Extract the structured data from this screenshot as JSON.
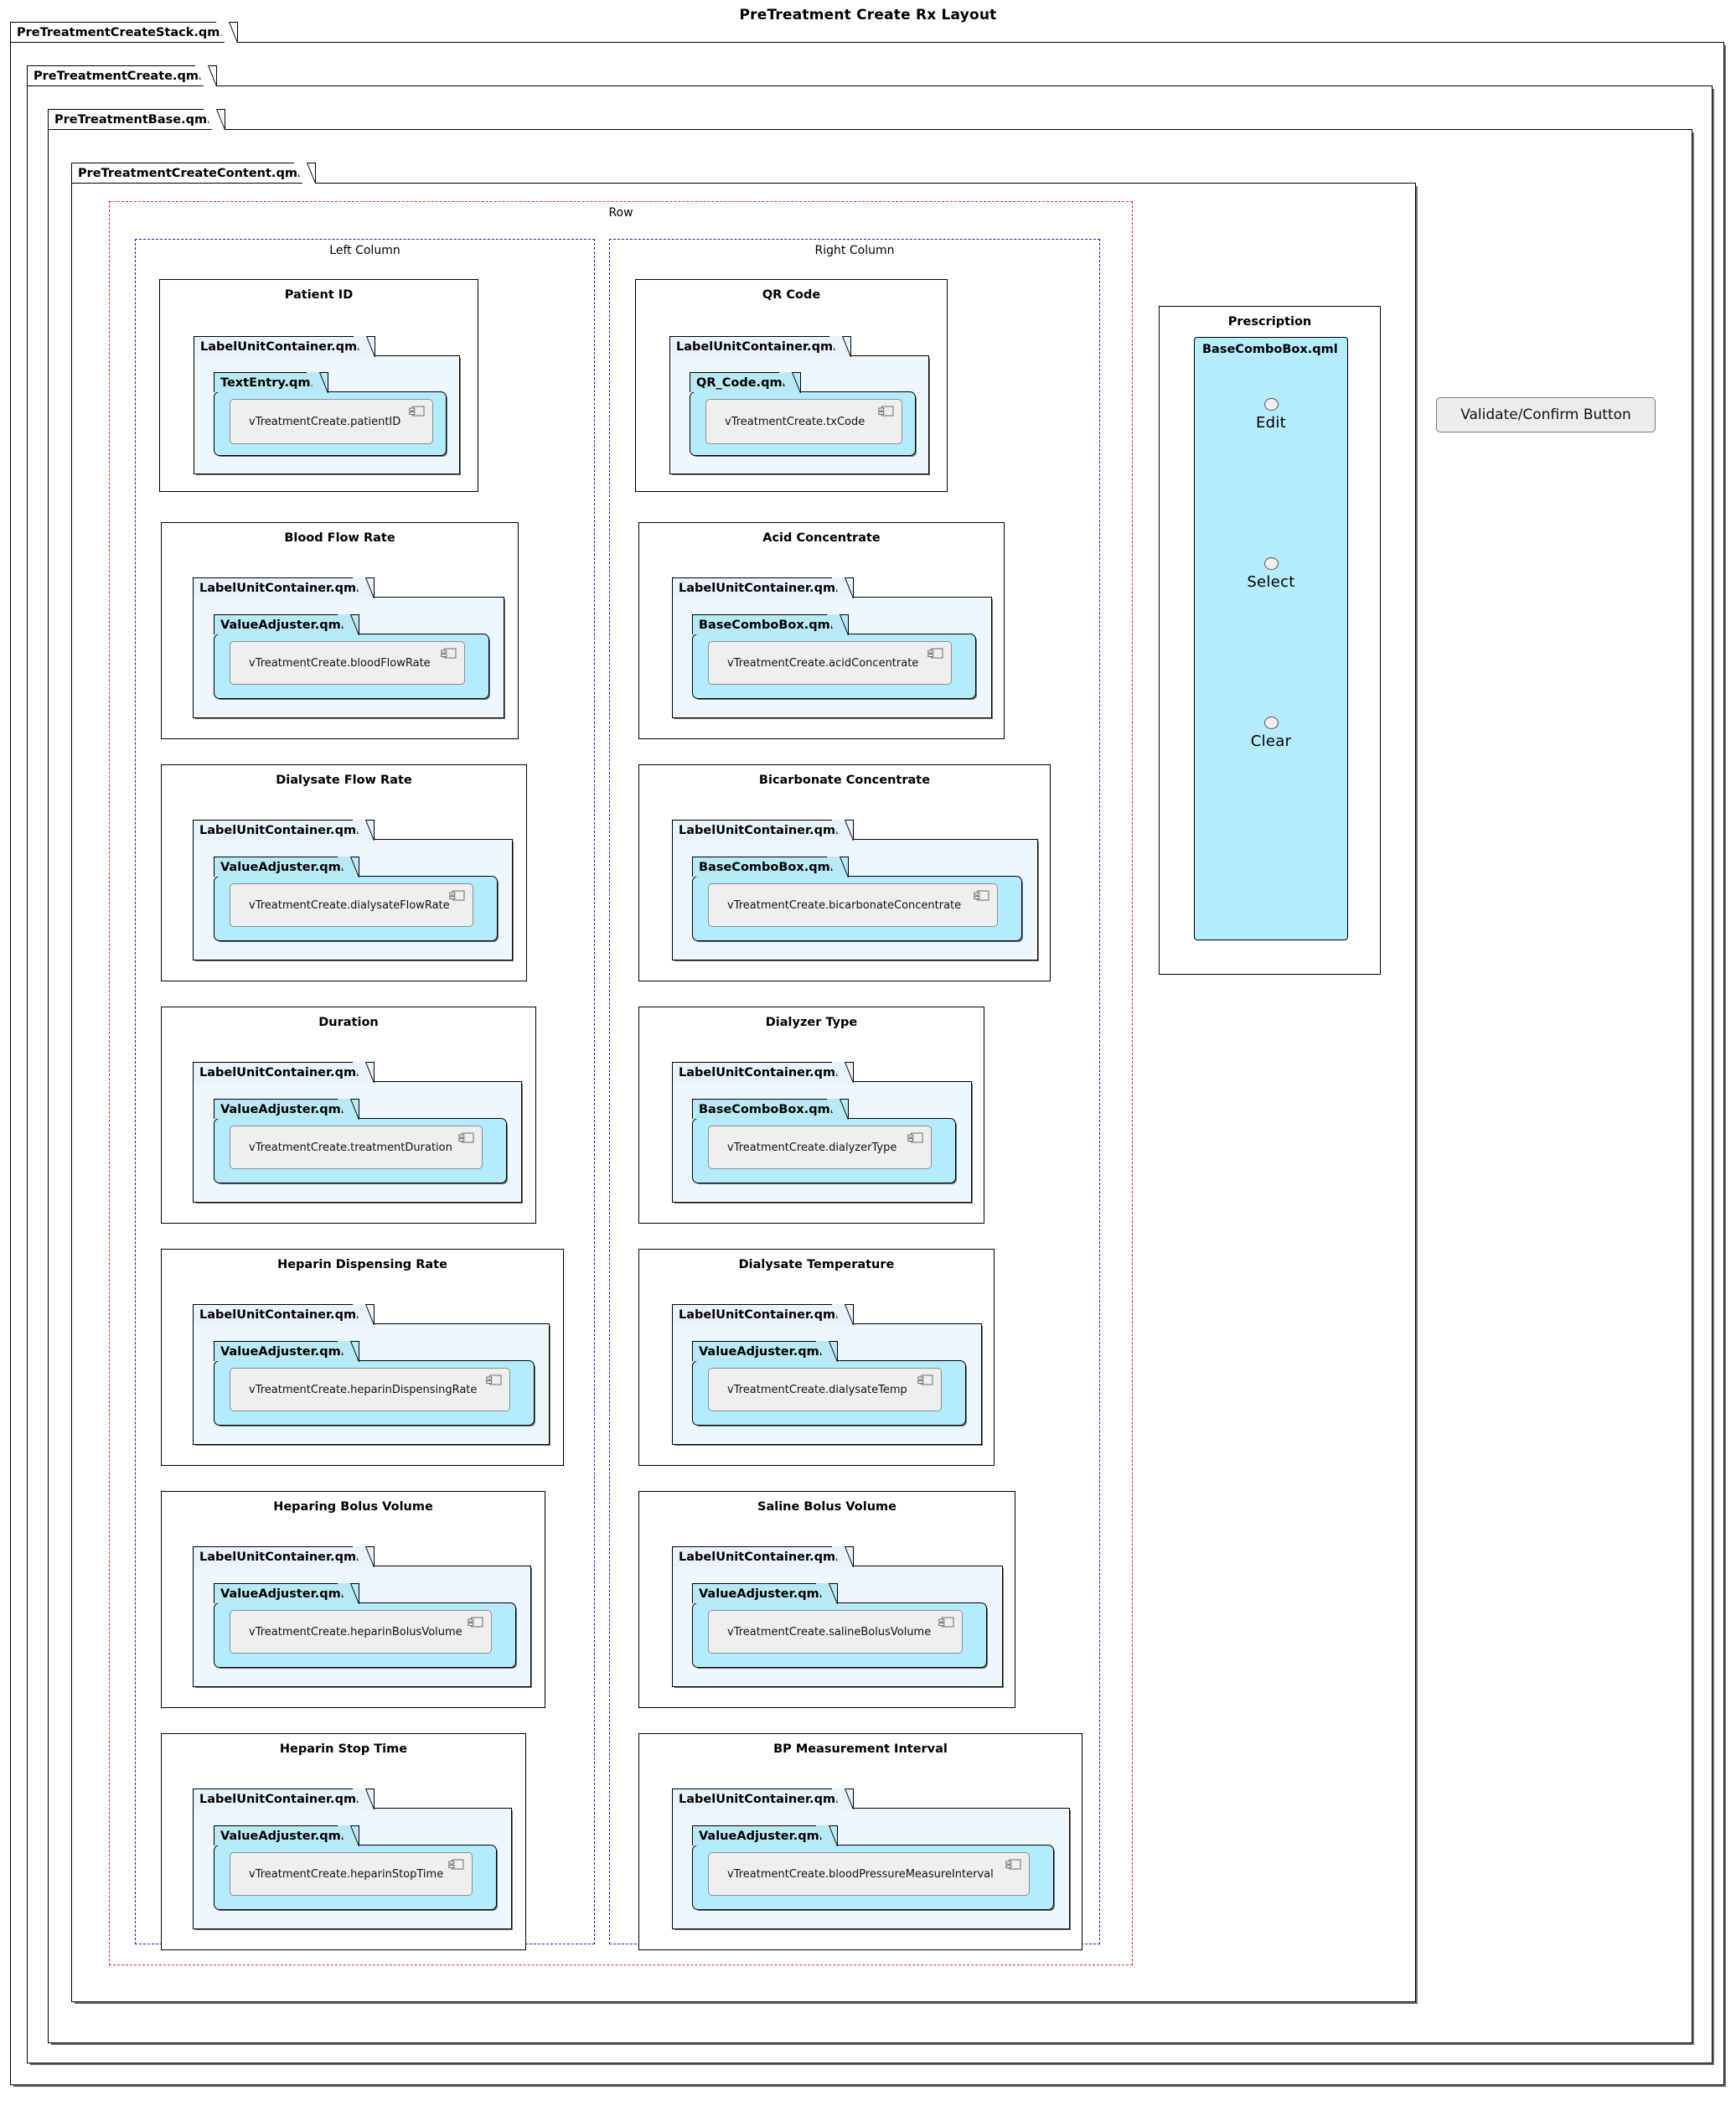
{
  "title": "PreTreatment Create Rx Layout",
  "packages": {
    "stack": "PreTreatmentCreateStack.qml",
    "create": "PreTreatmentCreate.qml",
    "base": "PreTreatmentBase.qml",
    "content": "PreTreatmentCreateContent.qml"
  },
  "frames": {
    "row": "Row",
    "left_column": "Left Column",
    "right_column": "Right Column"
  },
  "components": {
    "label_unit_container": "LabelUnitContainer.qml",
    "text_entry": "TextEntry.qml",
    "value_adjuster": "ValueAdjuster.qml",
    "base_combo_box": "BaseComboBox.qml",
    "qr_code": "QR_Code.qml"
  },
  "left_column_cards": [
    {
      "title": "Patient ID",
      "container": "LabelUnitContainer.qml",
      "control": "TextEntry.qml",
      "binding": "vTreatmentCreate.patientID"
    },
    {
      "title": "Blood Flow Rate",
      "container": "LabelUnitContainer.qml",
      "control": "ValueAdjuster.qml",
      "binding": "vTreatmentCreate.bloodFlowRate"
    },
    {
      "title": "Dialysate Flow Rate",
      "container": "LabelUnitContainer.qml",
      "control": "ValueAdjuster.qml",
      "binding": "vTreatmentCreate.dialysateFlowRate"
    },
    {
      "title": "Duration",
      "container": "LabelUnitContainer.qml",
      "control": "ValueAdjuster.qml",
      "binding": "vTreatmentCreate.treatmentDuration"
    },
    {
      "title": "Heparin Dispensing Rate",
      "container": "LabelUnitContainer.qml",
      "control": "ValueAdjuster.qml",
      "binding": "vTreatmentCreate.heparinDispensingRate"
    },
    {
      "title": "Heparing Bolus Volume",
      "container": "LabelUnitContainer.qml",
      "control": "ValueAdjuster.qml",
      "binding": "vTreatmentCreate.heparinBolusVolume"
    },
    {
      "title": "Heparin Stop Time",
      "container": "LabelUnitContainer.qml",
      "control": "ValueAdjuster.qml",
      "binding": "vTreatmentCreate.heparinStopTime"
    }
  ],
  "right_column_cards": [
    {
      "title": "QR Code",
      "container": "LabelUnitContainer.qml",
      "control": "QR_Code.qml",
      "binding": "vTreatmentCreate.txCode"
    },
    {
      "title": "Acid Concentrate",
      "container": "LabelUnitContainer.qml",
      "control": "BaseComboBox.qml",
      "binding": "vTreatmentCreate.acidConcentrate"
    },
    {
      "title": "Bicarbonate Concentrate",
      "container": "LabelUnitContainer.qml",
      "control": "BaseComboBox.qml",
      "binding": "vTreatmentCreate.bicarbonateConcentrate"
    },
    {
      "title": "Dialyzer Type",
      "container": "LabelUnitContainer.qml",
      "control": "BaseComboBox.qml",
      "binding": "vTreatmentCreate.dialyzerType"
    },
    {
      "title": "Dialysate Temperature",
      "container": "LabelUnitContainer.qml",
      "control": "ValueAdjuster.qml",
      "binding": "vTreatmentCreate.dialysateTemp"
    },
    {
      "title": "Saline Bolus Volume",
      "container": "LabelUnitContainer.qml",
      "control": "ValueAdjuster.qml",
      "binding": "vTreatmentCreate.salineBolusVolume"
    },
    {
      "title": "BP Measurement Interval",
      "container": "LabelUnitContainer.qml",
      "control": "ValueAdjuster.qml",
      "binding": "vTreatmentCreate.bloodPressureMeasureInterval"
    }
  ],
  "prescription": {
    "title": "Prescription",
    "combo_title": "BaseComboBox.qml",
    "items": [
      "Edit",
      "Select",
      "Clear"
    ]
  },
  "validate_button": {
    "label": "Validate/Confirm Button"
  },
  "colors": {
    "row_frame": "#e8242a",
    "column_frame": "#1919cf",
    "container_fill": "#eef6fe",
    "control_fill": "#b5ecfb",
    "component_fill": "#efefef",
    "button_fill": "#ededed"
  }
}
